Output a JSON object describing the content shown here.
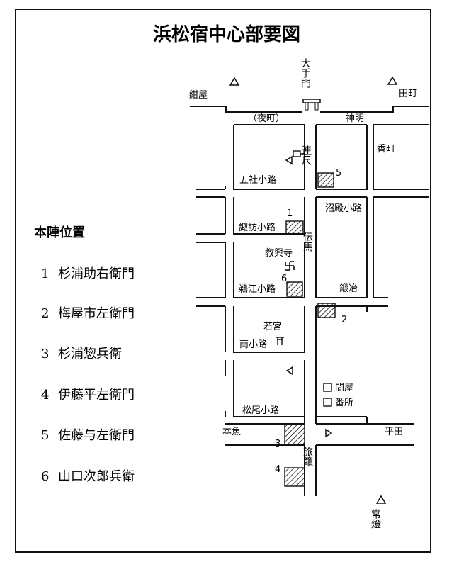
{
  "title": "浜松宿中心部要図",
  "legend": {
    "heading": "本陣位置",
    "items": [
      {
        "no": "1",
        "name": "杉浦助右衛門"
      },
      {
        "no": "2",
        "name": "梅屋市左衛門"
      },
      {
        "no": "3",
        "name": "杉浦惣兵衛"
      },
      {
        "no": "4",
        "name": "伊藤平左衛門"
      },
      {
        "no": "5",
        "name": "佐藤与左衛門"
      },
      {
        "no": "6",
        "name": "山口次郎兵衛"
      }
    ]
  },
  "map": {
    "streets": {
      "konya": "紺屋",
      "tamachi": "田町",
      "yomachi": "（夜町）",
      "shinmei": "神明",
      "otemon": "大手門",
      "rensyaku": "連尺",
      "kouchou": "香町",
      "goshakoji": "五社小路",
      "numadonokoji": "沼殿小路",
      "suwakoji": "諏訪小路",
      "denma": "伝馬",
      "kyokouji": "教興寺",
      "ukoji": "鵜江小路",
      "kajimachi": "鍛冶",
      "wakamiya": "若宮",
      "minamikoji": "南小路",
      "toiya": "問屋",
      "bansho": "番所",
      "matsuokoji": "松尾小路",
      "motouo": "本魚",
      "heita": "平田",
      "hatago": "旅籠",
      "joutou": "常燈"
    },
    "honjin_numbers": [
      "1",
      "2",
      "3",
      "4",
      "5",
      "6"
    ]
  }
}
